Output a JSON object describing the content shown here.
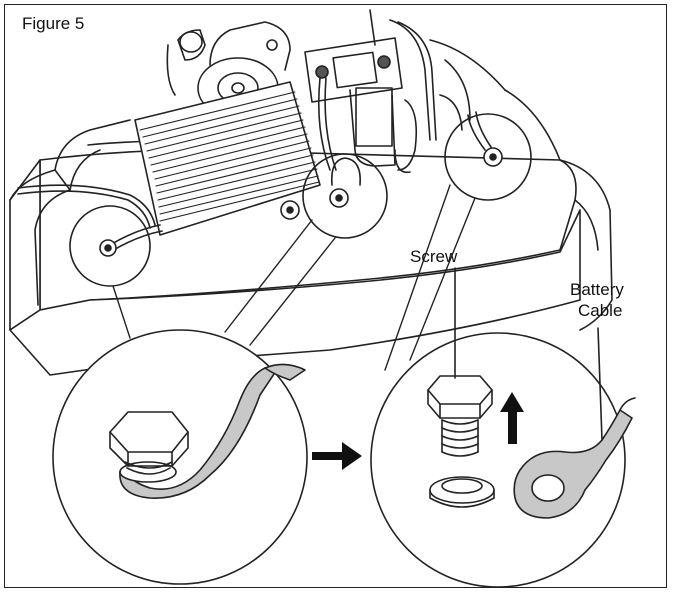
{
  "figure": {
    "title": "Figure 5"
  },
  "labels": {
    "screw": "Screw",
    "battery_cable_line1": "Battery",
    "battery_cable_line2": "Cable"
  },
  "colors": {
    "line": "#222222",
    "cable_fill": "#c8c8c8",
    "background": "#ffffff",
    "arrow": "#111111"
  }
}
